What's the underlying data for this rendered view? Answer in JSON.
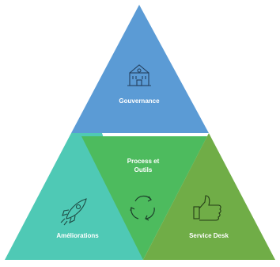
{
  "segments": {
    "top": {
      "label": "Gouvernance",
      "icon": "building-icon",
      "color": "#5b9bd5"
    },
    "middle": {
      "label_line1": "Process et",
      "label_line2": "Outils",
      "icon": "cycle-arrows-icon",
      "color": "#4dbb5e"
    },
    "left": {
      "label": "Améliorations",
      "icon": "rocket-icon",
      "color": "#4fc9b5"
    },
    "right": {
      "label": "Service Desk",
      "icon": "thumbs-up-icon",
      "color": "#70ad47"
    }
  }
}
